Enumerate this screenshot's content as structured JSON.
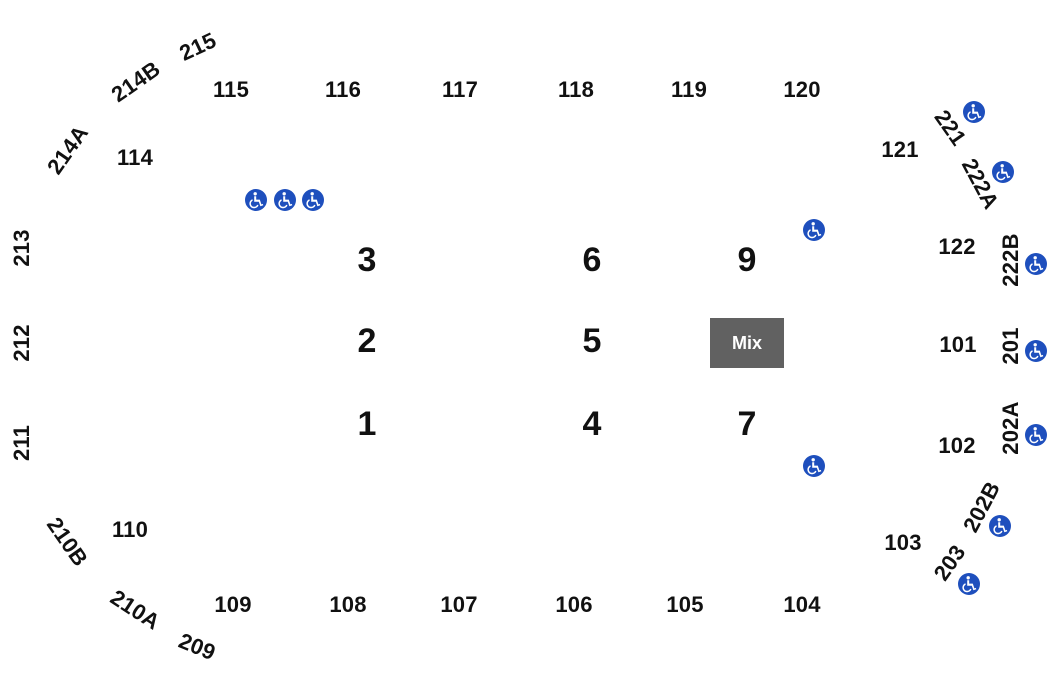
{
  "map": {
    "accent_color": "#1e4fbd",
    "mix_color": "#616161",
    "lower_sections": {
      "s101": "101",
      "s102": "102",
      "s103": "103",
      "s104": "104",
      "s105": "105",
      "s106": "106",
      "s107": "107",
      "s108": "108",
      "s109": "109",
      "s110": "110",
      "s114": "114",
      "s115": "115",
      "s116": "116",
      "s117": "117",
      "s118": "118",
      "s119": "119",
      "s120": "120",
      "s121": "121",
      "s122": "122"
    },
    "upper_sections": {
      "s201": "201",
      "s202A": "202A",
      "s202B": "202B",
      "s203": "203",
      "s209": "209",
      "s210A": "210A",
      "s210B": "210B",
      "s211": "211",
      "s212": "212",
      "s213": "213",
      "s214A": "214A",
      "s214B": "214B",
      "s215": "215",
      "s221": "221",
      "s222A": "222A",
      "s222B": "222B"
    },
    "floor_sections": {
      "f1": "1",
      "f2": "2",
      "f3": "3",
      "f4": "4",
      "f5": "5",
      "f6": "6",
      "f7": "7",
      "f9": "9"
    },
    "mix_label": "Mix",
    "accessibility_icon": "wheelchair-icon"
  }
}
